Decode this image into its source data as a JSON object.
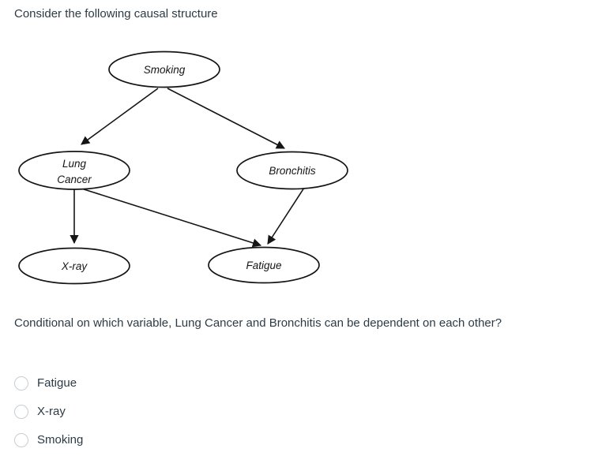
{
  "prompt": {
    "text": "Consider the following causal structure"
  },
  "diagram": {
    "nodes": [
      {
        "id": "smoking",
        "label": "Smoking",
        "label_lines": [
          "Smoking"
        ]
      },
      {
        "id": "lung_cancer",
        "label": "Lung Cancer",
        "label_lines": [
          "Lung",
          "Cancer"
        ]
      },
      {
        "id": "bronchitis",
        "label": "Bronchitis",
        "label_lines": [
          "Bronchitis"
        ]
      },
      {
        "id": "xray",
        "label": "X-ray",
        "label_lines": [
          "X-ray"
        ]
      },
      {
        "id": "fatigue",
        "label": "Fatigue",
        "label_lines": [
          "Fatigue"
        ]
      }
    ],
    "edges": [
      {
        "from": "Smoking",
        "to": "Lung Cancer"
      },
      {
        "from": "Smoking",
        "to": "Bronchitis"
      },
      {
        "from": "Lung Cancer",
        "to": "X-ray"
      },
      {
        "from": "Lung Cancer",
        "to": "Fatigue"
      },
      {
        "from": "Bronchitis",
        "to": "Fatigue"
      }
    ],
    "stroke_color": "#151515",
    "fill_color": "#ffffff"
  },
  "question": {
    "text": "Conditional on which variable, Lung Cancer and Bronchitis can be dependent on each other?"
  },
  "options": [
    {
      "label": "Fatigue",
      "selected": false
    },
    {
      "label": "X-ray",
      "selected": false
    },
    {
      "label": "Smoking",
      "selected": false
    }
  ]
}
